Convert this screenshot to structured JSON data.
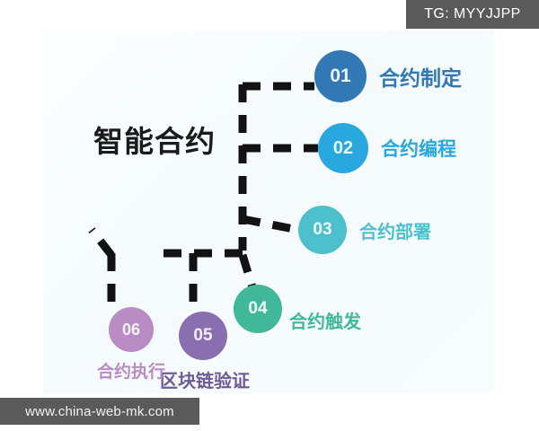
{
  "watermarks": {
    "telegram": "TG: MYYJJPP",
    "website": "www.china-web-mk.com"
  },
  "card": {
    "title": "智能合约",
    "background_color": "#f7fcfe",
    "title_color": "#1b1b1b"
  },
  "nodes": [
    {
      "number": "01",
      "label": "合约制定",
      "color": "#3178b5",
      "label_color": "#3178b5",
      "number_color": "#eaf6ff"
    },
    {
      "number": "02",
      "label": "合约编程",
      "color": "#29a8e0",
      "label_color": "#29a8e0",
      "number_color": "#eafaff"
    },
    {
      "number": "03",
      "label": "合约部署",
      "color": "#4cc0cc",
      "label_color": "#4cc0cc",
      "number_color": "#effdff"
    },
    {
      "number": "04",
      "label": "合约触发",
      "color": "#42b89a",
      "label_color": "#42b89a",
      "number_color": "#effff9"
    },
    {
      "number": "05",
      "label": "区块链验证",
      "color": "#8a6fb0",
      "label_color": "#6f5a96",
      "number_color": "#f6f0ff"
    },
    {
      "number": "06",
      "label": "合约执行",
      "color": "#b98cc4",
      "label_color": "#b98cc4",
      "number_color": "#fdf4ff"
    }
  ],
  "connectors": {
    "color": "#121212",
    "style": "dashed",
    "description": "branching tree linking 智能合约 to the six numbered nodes"
  }
}
